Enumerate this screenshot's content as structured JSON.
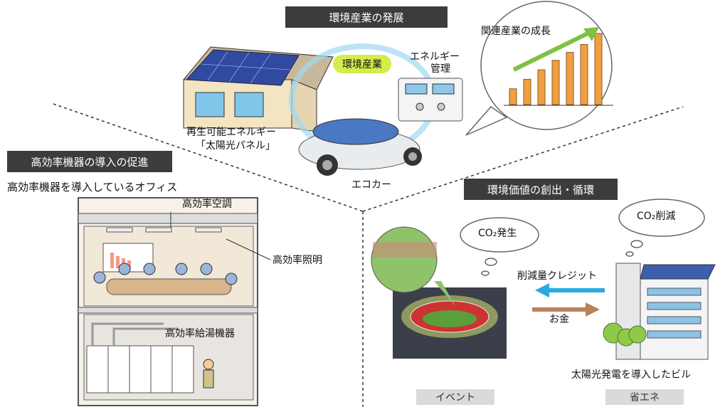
{
  "headers": {
    "top": "環境産業の発展",
    "left": "高効率機器の導入の促進",
    "right": "環境価値の創出・循環"
  },
  "top_section": {
    "industry_label": "環境産業",
    "energy_management": [
      "エネルギー",
      "管理"
    ],
    "renewable": [
      "再生可能エネルギー",
      "「太陽光パネル」"
    ],
    "eco_car": "エコカー",
    "growth_title": "関連産業の成長",
    "growth_bars": [
      1,
      1.6,
      2.2,
      2.8,
      3.3,
      3.8,
      4.5
    ]
  },
  "left_section": {
    "office_caption": "高効率機器を導入しているオフィス",
    "air_conditioning": "高効率空調",
    "lighting": "高効率照明",
    "water_heater": "高効率給湯機器"
  },
  "right_section": {
    "co2_emission": "CO₂発生",
    "co2_reduction": "CO₂削減",
    "credit_label": "削減量クレジット",
    "money_label": "お金",
    "building_caption": "太陽光発電を導入したビル",
    "event_tag": "イベント",
    "energy_saving_tag": "省エネ"
  },
  "colors": {
    "header_bg": "#3c3c3c",
    "credit_arrow": "#2aa9e0",
    "money_arrow": "#b8825a",
    "growth_arrow": "#7cc243",
    "growth_bar": "#f0a040",
    "industry_pill": "#d4ec4c"
  }
}
